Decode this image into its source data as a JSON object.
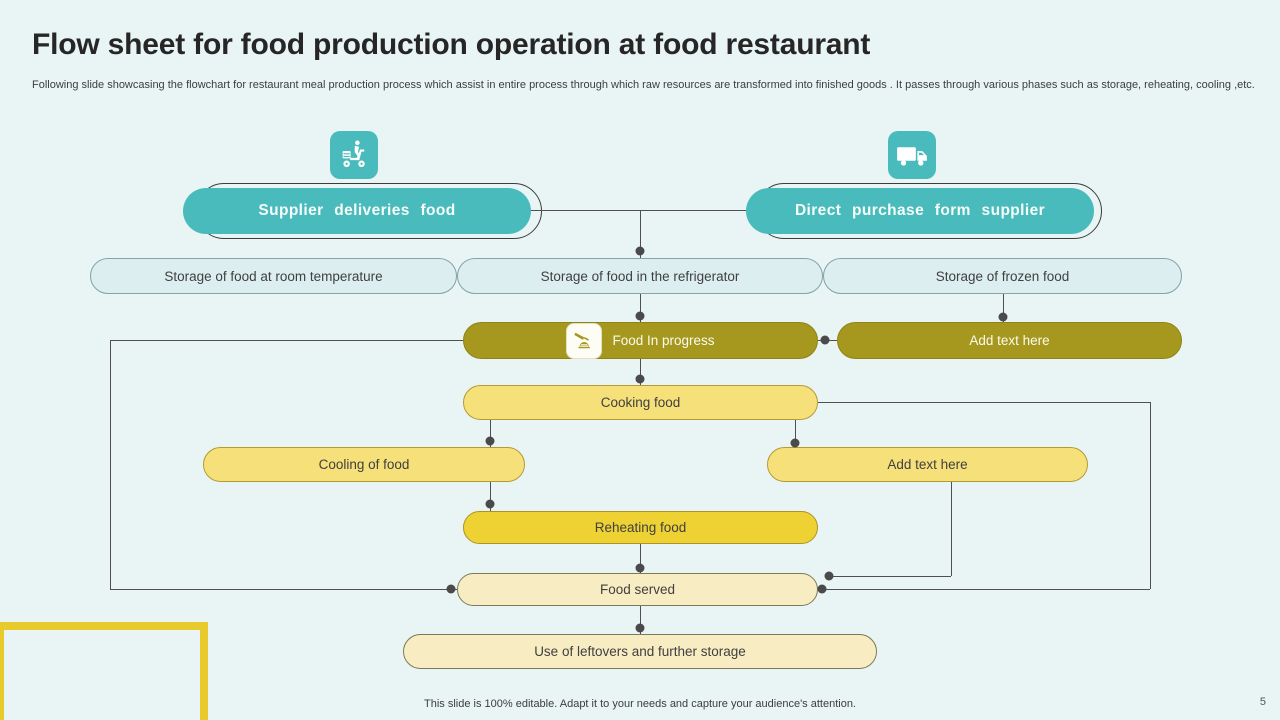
{
  "slide": {
    "title": "Flow sheet for food production operation at food restaurant",
    "subtitle": "Following slide showcasing the flowchart for restaurant meal production process which assist in entire process through which raw resources are transformed into finished goods . It passes through various phases such as  storage, reheating, cooling ,etc.",
    "footer": "This slide is 100% editable. Adapt it to your needs and capture your audience's attention.",
    "page_number": "5"
  },
  "colors": {
    "background": "#e9f4f4",
    "teal": "#4abbbd",
    "olive": "#a6981e",
    "light_blue_pill": "#dceef0",
    "yellow_pill": "#f6e07a",
    "bright_yellow_pill": "#eed233",
    "pale_yellow_pill": "#f8ecc2",
    "connector": "#4f4f4f",
    "yellow_frame": "#e9ca2d"
  },
  "flow": {
    "supplier": {
      "label": "Supplier deliveries food",
      "icon": "delivery-scooter-icon"
    },
    "direct": {
      "label": "Direct purchase form supplier",
      "icon": "delivery-truck-icon"
    },
    "storage": [
      "Storage of food at room temperature",
      "Storage of food in the refrigerator",
      "Storage of frozen food"
    ],
    "food_in_progress": {
      "label": "Food In progress",
      "icon": "cooking-pan-icon"
    },
    "add_text_olive": "Add text here",
    "cooking": "Cooking food",
    "cooling": "Cooling of  food",
    "add_text_yellow": "Add text here",
    "reheating": "Reheating food",
    "served": "Food served",
    "leftovers": "Use of leftovers and further storage"
  }
}
